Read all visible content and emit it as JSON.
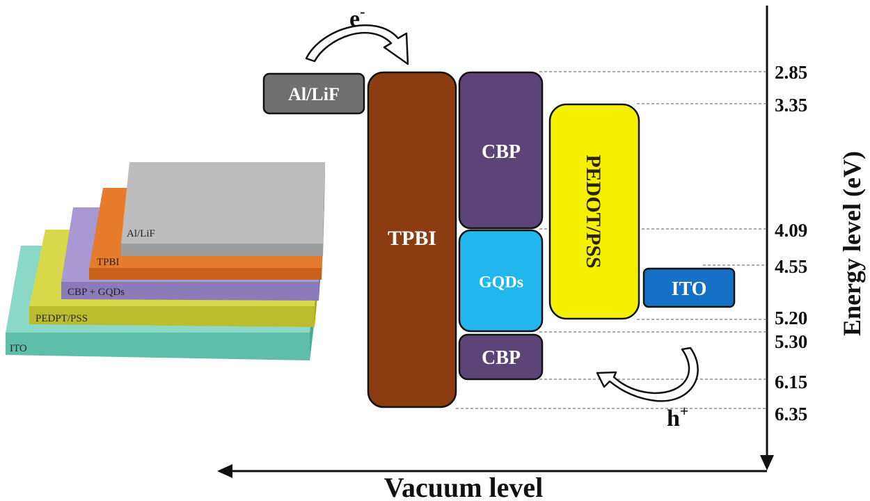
{
  "stack_labels": {
    "al_lif": "Al/LiF",
    "tpbi": "TPBI",
    "cbp_gqds": "CBP + GQDs",
    "pedpt_pss": "PEDPT/PSS",
    "ito": "ITO"
  },
  "bands": {
    "al_lif": "Al/LiF",
    "tpbi": "TPBI",
    "cbp_top": "CBP",
    "gqds": "GQDs",
    "cbp_bottom": "CBP",
    "pedot_pss": "PEDOT/PSS",
    "ito": "ITO"
  },
  "electron_label": "e",
  "electron_sup": "-",
  "hole_label": "h",
  "hole_sup": "+",
  "energy_levels": [
    "2.85",
    "3.35",
    "4.09",
    "4.55",
    "5.20",
    "5.30",
    "6.15",
    "6.35"
  ],
  "axis": {
    "y_title": "Energy level (eV)",
    "x_title": "Vacuum level"
  },
  "colors": {
    "al_lif": "#707070",
    "tpbi": "#8b3c10",
    "cbp": "#5c4478",
    "gqds": "#22b6ee",
    "pedot": "#f5f000",
    "ito": "#1670c6",
    "stack_ito": "#6ecbb3",
    "stack_pedot": "#c9c83a",
    "stack_cbp": "#9d8cc6",
    "stack_tpbi": "#e07329",
    "stack_al": "#b8b8b8"
  }
}
